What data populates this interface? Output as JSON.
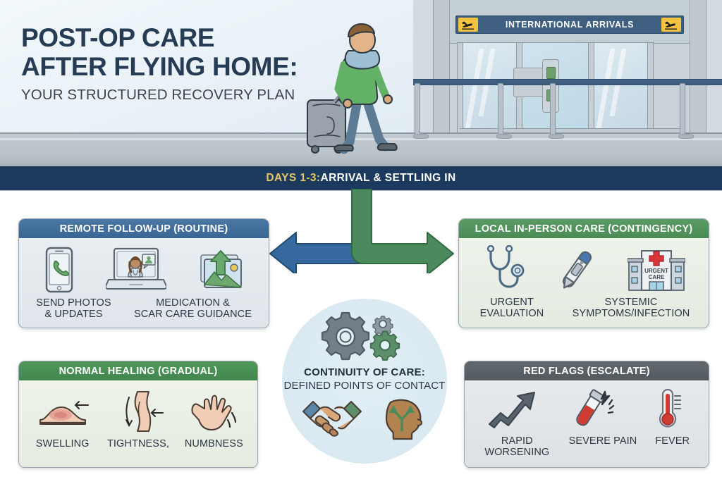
{
  "hero": {
    "title_line1": "POST-OP CARE",
    "title_line2": "AFTER FLYING HOME:",
    "subtitle": "YOUR STRUCTURED RECOVERY PLAN",
    "airport_sign": "INTERNATIONAL ARRIVALS",
    "airport_sign_icon_left": "airplane-landing-icon",
    "airport_sign_icon_right": "airplane-landing-icon",
    "traveler_icon": "traveler-with-suitcase-icon",
    "colors": {
      "title": "#263b54",
      "subtitle": "#3a4553",
      "sign_background": "#3f5f80",
      "sign_badge": "#f3c33f",
      "sky": "#eaf2f7",
      "floor": "#b9c2c9"
    }
  },
  "banner": {
    "key": "DAYS 1-3:",
    "value": " ARRIVAL & SETTLING IN",
    "background": "#1c3a5e",
    "key_color": "#e3c766",
    "value_color": "#ffffff"
  },
  "connector": {
    "stem_color_left": "#3a6694",
    "stem_color_right": "#4a8a5c",
    "left_arrow": "arrow-left-to-remote-follow-up",
    "right_arrow": "arrow-right-to-local-in-person-care"
  },
  "cards": [
    {
      "id": "remote",
      "title": "REMOTE FOLLOW-UP (ROUTINE)",
      "header_color": "#3a6694",
      "items": [
        {
          "icon": "smartphone-phone-icon",
          "label_line1": "SEND PHOTOS",
          "label_line2": "& UPDATES"
        },
        {
          "icon": "laptop-video-consult-icon",
          "label_line1": "",
          "label_line2": ""
        },
        {
          "icon": "photo-upload-icon",
          "label_line1": "MEDICATION &",
          "label_line2": "SCAR CARE GUIDANCE"
        }
      ]
    },
    {
      "id": "local",
      "title": "LOCAL IN-PERSON CARE (CONTINGENCY)",
      "header_color": "#4b8a56",
      "items": [
        {
          "icon": "stethoscope-icon",
          "label_line1": "URGENT",
          "label_line2": "EVALUATION"
        },
        {
          "icon": "thermometer-digital-icon",
          "label_line1": "",
          "label_line2": ""
        },
        {
          "icon": "urgent-care-building-icon",
          "label_line1": "SYSTEMIC",
          "label_line2": "SYMPTOMS/INFECTION"
        }
      ],
      "building_sign_line1": "URGENT",
      "building_sign_line2": "CARE"
    },
    {
      "id": "normal",
      "title": "NORMAL HEALING (GRADUAL)",
      "header_color": "#41864d",
      "items": [
        {
          "icon": "swelling-icon",
          "label_line1": "SWELLING",
          "label_line2": ""
        },
        {
          "icon": "tightness-icon",
          "label_line1": "TIGHTNESS,",
          "label_line2": ""
        },
        {
          "icon": "numbness-hand-icon",
          "label_line1": "NUMBNESS",
          "label_line2": ""
        }
      ]
    },
    {
      "id": "redflags",
      "title": "RED FLAGS (ESCALATE)",
      "header_color": "#525a60",
      "items": [
        {
          "icon": "rising-arrow-icon",
          "label_line1": "RAPID WORSENING",
          "label_line2": ""
        },
        {
          "icon": "blood-vial-pain-icon",
          "label_line1": "SEVERE PAIN",
          "label_line2": ""
        },
        {
          "icon": "thermometer-fever-icon",
          "label_line1": "FEVER",
          "label_line2": ""
        }
      ]
    }
  ],
  "center": {
    "title": "CONTINUITY OF CARE:",
    "subtitle": "DEFINED POINTS OF CONTACT",
    "gears_icon": "gears-cluster-icon",
    "handshake_icon": "handshake-icon",
    "head_decision_icon": "head-decision-pathway-icon",
    "background": "#dbeaf2"
  }
}
